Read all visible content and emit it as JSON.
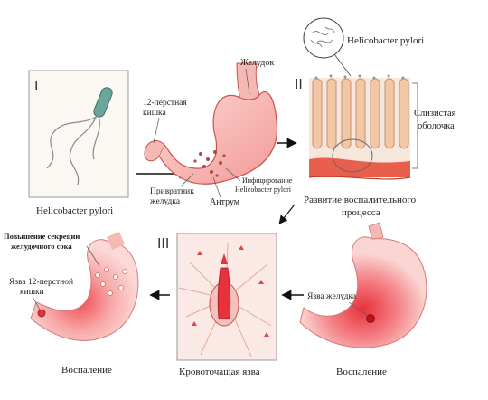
{
  "panels": {
    "I": {
      "numeral": "I",
      "caption": "Helicobacter pylori"
    },
    "II": {
      "numeral": "II",
      "top_label": "Helicobacter pylori",
      "mucosa_label_line1": "Слизистая",
      "mucosa_label_line2": "оболочка",
      "process_line1": "Развитие воспалительного",
      "process_line2": "процесса"
    },
    "III": {
      "numeral": "III",
      "caption": "Кровоточащая язва"
    }
  },
  "stomach_top": {
    "stomach_label": "Желудок",
    "duodenum_line1": "12-перстная",
    "duodenum_line2": "кишка",
    "pylorus_line1": "Привратник",
    "pylorus_line2": "желудка",
    "antrum_label": "Антрум",
    "infection_line1": "Инфицирование",
    "infection_line2": "Helicobacter pylori"
  },
  "stomach_left": {
    "secretion_line1": "Повышение секреции",
    "secretion_line2": "желудочного сока",
    "ulcer_line1": "Язва 12-перстной",
    "ulcer_line2": "кишки",
    "caption": "Воспаление"
  },
  "stomach_right": {
    "ulcer_label": "Язва желудка",
    "caption": "Воспаление"
  },
  "colors": {
    "stomach_pink": "#f7b9b6",
    "inflamed_red": "#e8313a",
    "outline": "#c9544f",
    "mucosa": "#f3c7a6"
  }
}
